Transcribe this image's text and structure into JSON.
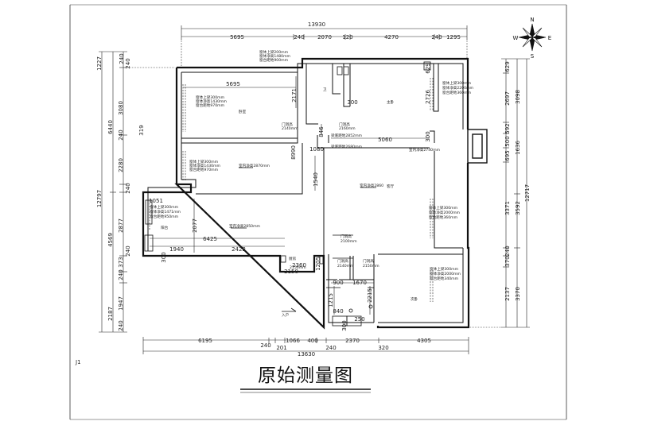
{
  "title": "原始测量图",
  "corner_mark": "J1",
  "compass": {
    "north": "N",
    "south": "S",
    "west": "W",
    "east": "E"
  },
  "dims": {
    "top_total": "13930",
    "top": [
      "5695",
      "240",
      "2070",
      "120",
      "4270",
      "240",
      "1295"
    ],
    "bottom_total": "13630",
    "bottom": [
      "6195",
      "240",
      "201",
      "1066",
      "400",
      "2370",
      "4305",
      "240",
      "320"
    ],
    "left": [
      "1227",
      "240",
      "240",
      "6440",
      "3080",
      "240",
      "2280",
      "240",
      "12797",
      "4569",
      "2877",
      "240",
      "373",
      "240",
      "1947",
      "2187",
      "240",
      "319"
    ],
    "right": [
      "629",
      "2697",
      "3098",
      "592",
      "1636",
      "695",
      "500",
      "12717",
      "3371",
      "3592",
      "240",
      "370",
      "2137",
      "3370"
    ],
    "inner": [
      "5695",
      "2171",
      "300",
      "1540",
      "8990",
      "1080",
      "846",
      "5060",
      "300",
      "2077",
      "6425",
      "1940",
      "2422",
      "300",
      "2360",
      "1205",
      "900",
      "1670",
      "1215",
      "2215",
      "840",
      "300",
      "250",
      "1051",
      "2150",
      "629",
      "2726"
    ]
  },
  "labels": {
    "window_beam_300": "窗体上梁300mm",
    "window_net_1480": "窗体净高1480mm",
    "sill_900": "窗台距地900mm",
    "window_beam_200": "窗体上梁200mm",
    "window_net_1430": "窗体净高1430mm",
    "sill_970": "窗台距地970mm",
    "window_net_2200": "窗体净高2200mm",
    "sill_360": "窗台距地360mm",
    "window_net_1471": "窗体净高1471mm",
    "sill_950": "窗台距地950mm",
    "window_net_2000": "窗体净高2000mm",
    "sill_340": "窗台距地340mm",
    "door_h_a": "门洞高",
    "door_h_b": "2140mm",
    "door_hole": "门洞高",
    "door_hole_h": "2160mm",
    "beam_to_floor": "梁底距地2852mm",
    "door_2100": "2100mm",
    "ceiling_2870": "室内净高2870mm",
    "ceiling_2850": "室内净高2850mm",
    "ceiling_2860": "室内净高2860",
    "ceiling_2740": "室内净高2740mm",
    "beam_2680": "梁底距地2680mm",
    "door_2150": "2150mm",
    "room_bedroom_a": "卧室",
    "room_bedroom_b": "主卧",
    "room_bedroom_c": "次卧",
    "room_study": "书房",
    "room_toilet": "卫",
    "room_kitchen": "厨房",
    "room_balcony": "阳台",
    "room_living": "客厅",
    "room_entry": "入户"
  }
}
